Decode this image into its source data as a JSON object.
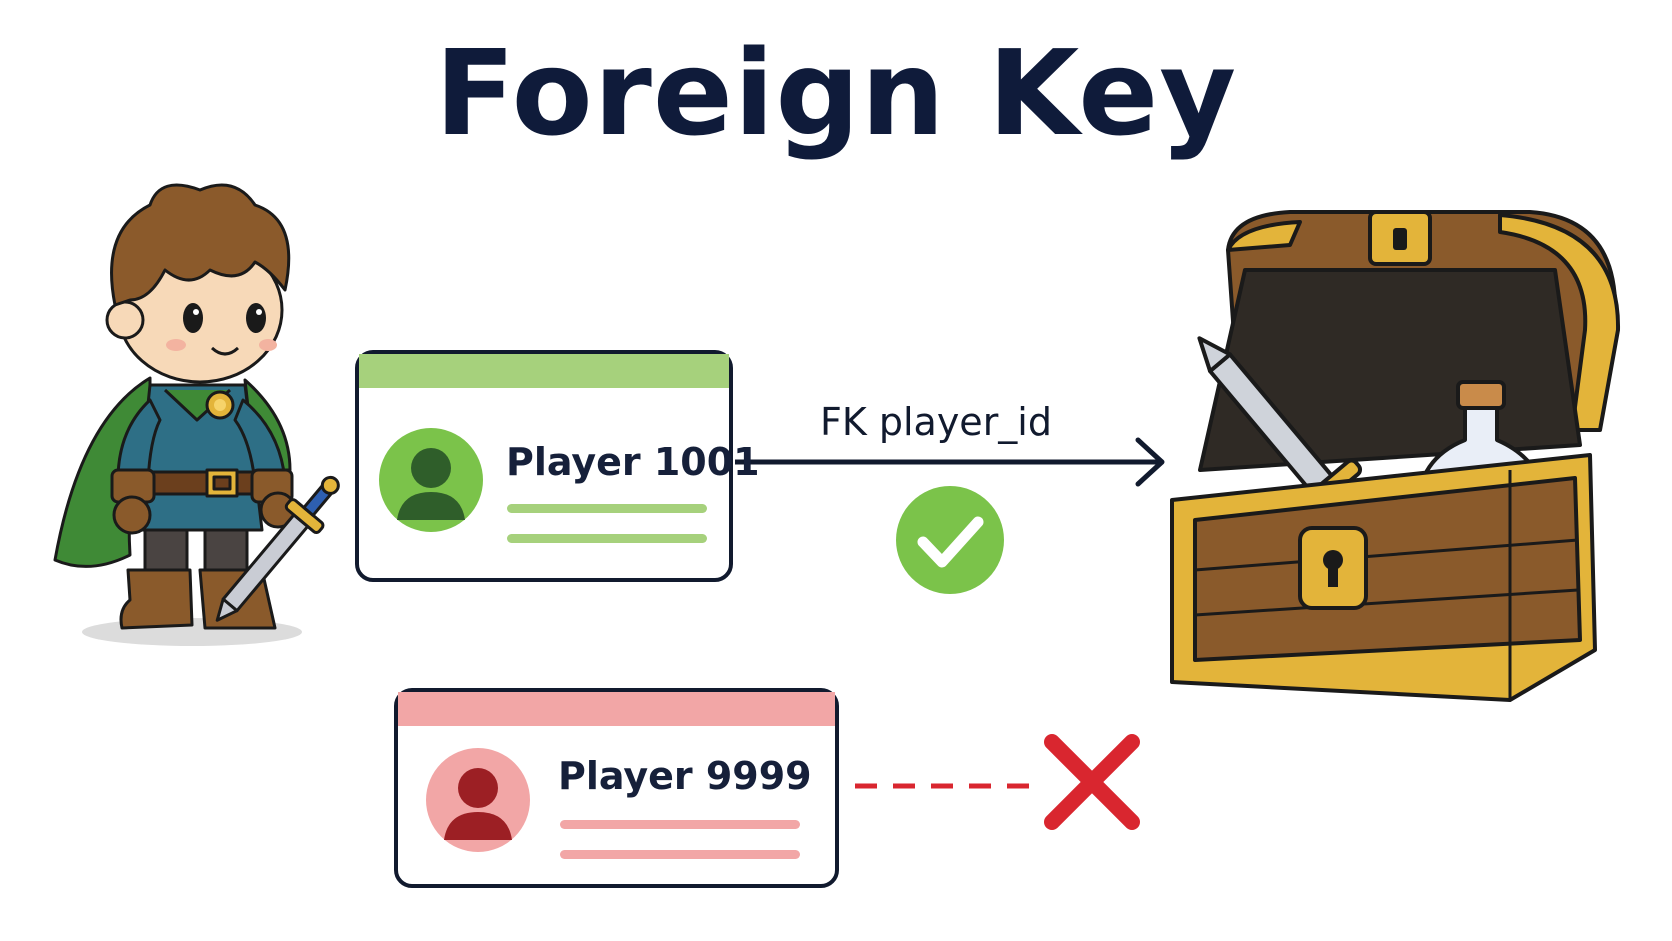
{
  "title": "Foreign Key",
  "relation_label": "FK player_id",
  "colors": {
    "ink": "#111a2e",
    "valid_green": "#7bc34a",
    "valid_green_light": "#a6d17c",
    "invalid_red": "#d9262f",
    "invalid_red_light": "#f2a6a6"
  },
  "cards": {
    "valid": {
      "label": "Player 1001",
      "status": "valid"
    },
    "invalid": {
      "label": "Player 9999",
      "status": "invalid"
    }
  },
  "icons": {
    "hero": "hero-character-icon",
    "chest": "treasure-chest-icon",
    "check": "check-icon",
    "cross": "cross-icon"
  }
}
